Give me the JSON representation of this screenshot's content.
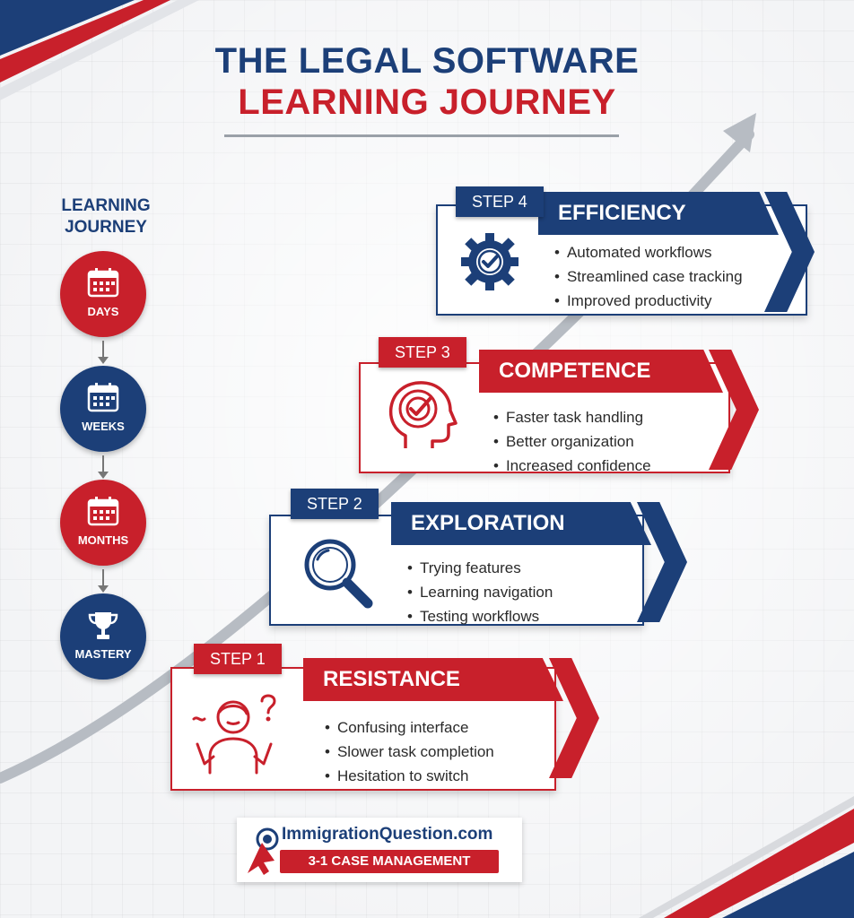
{
  "title": {
    "line1": "THE LEGAL SOFTWARE",
    "line2": "LEARNING JOURNEY"
  },
  "colors": {
    "navy": "#1c3f78",
    "red": "#c8202b",
    "gray": "#9aa0a8"
  },
  "journey": {
    "title_line1": "LEARNING",
    "title_line2": "JOURNEY",
    "stages": [
      {
        "label": "DAYS",
        "color": "red",
        "icon": "calendar-icon"
      },
      {
        "label": "WEEKS",
        "color": "blue",
        "icon": "calendar-icon"
      },
      {
        "label": "MONTHS",
        "color": "red",
        "icon": "calendar-icon"
      },
      {
        "label": "MASTERY",
        "color": "blue",
        "icon": "trophy-icon"
      }
    ]
  },
  "steps": [
    {
      "tab": "STEP 4",
      "heading": "EFFICIENCY",
      "color": "blue",
      "icon": "gear-check-icon",
      "bullets": [
        "Automated workflows",
        "Streamlined case tracking",
        "Improved productivity"
      ]
    },
    {
      "tab": "STEP 3",
      "heading": "COMPETENCE",
      "color": "red",
      "icon": "head-target-icon",
      "bullets": [
        "Faster task handling",
        "Better organization",
        "Increased confidence"
      ]
    },
    {
      "tab": "STEP 2",
      "heading": "EXPLORATION",
      "color": "blue",
      "icon": "magnifier-icon",
      "bullets": [
        "Trying features",
        "Learning navigation",
        "Testing workflows"
      ]
    },
    {
      "tab": "STEP 1",
      "heading": "RESISTANCE",
      "color": "red",
      "icon": "confused-person-icon",
      "bullets": [
        "Confusing interface",
        "Slower task completion",
        "Hesitation to switch"
      ]
    }
  ],
  "logo": {
    "name": "ImmigrationQuestion.com",
    "tagline": "3-1 CASE MANAGEMENT",
    "icon": "cursor-target-icon"
  }
}
